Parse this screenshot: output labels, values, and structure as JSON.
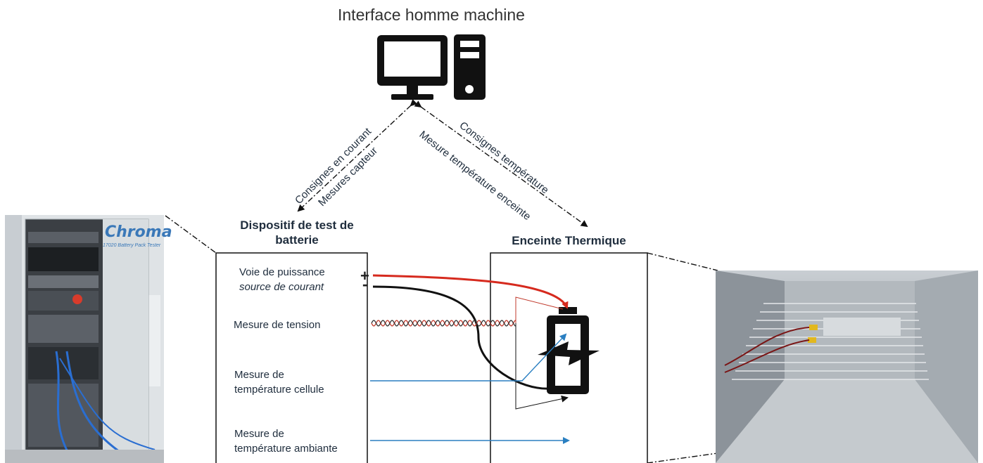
{
  "header": {
    "title": "Interface homme machine"
  },
  "links": {
    "left_1": "Consignes en courant",
    "left_2": "Mesures capteur",
    "right_1": "Consignes température",
    "right_2": "Mesure température enceinte"
  },
  "battery_tester": {
    "title_line1": "Dispositif de test de",
    "title_line2": "batterie",
    "power_label": "Voie de puissance",
    "power_sub": "source de courant",
    "plus": "+",
    "minus": "-",
    "voltage_label": "Mesure de tension",
    "cell_temp_line1": "Mesure de",
    "cell_temp_line2": "température cellule",
    "ambient_temp_line1": "Mesure de",
    "ambient_temp_line2": "température ambiante"
  },
  "chamber": {
    "title": "Enceinte Thermique"
  },
  "photos": {
    "tester_brand": "Chroma",
    "tester_model": "17020 Battery Pack Tester"
  },
  "colors": {
    "power_positive": "#d62a1e",
    "power_negative": "#111111",
    "sensor": "#2a7fc1",
    "text": "#1f2d3d"
  },
  "icons": {
    "computer": "computer-icon",
    "battery": "battery-charging-icon"
  }
}
